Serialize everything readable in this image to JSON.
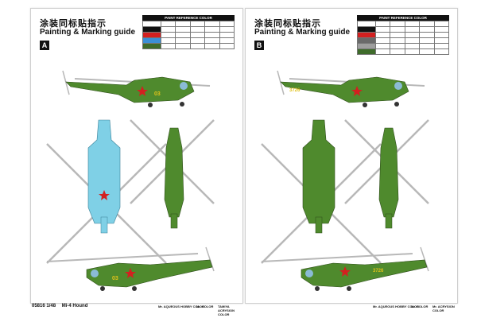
{
  "left_page": {
    "title_cn": "涂装同标贴指示",
    "title_en": "Painting & Marking guide",
    "scheme_label": "A",
    "paint_table_title": "PAINT REFERENCE COLOR",
    "paint_rows": [
      {
        "color": "#ffffff",
        "cells": [
          "",
          "",
          "",
          "",
          ""
        ]
      },
      {
        "color": "#111111",
        "cells": [
          "",
          "",
          "",
          "",
          ""
        ]
      },
      {
        "color": "#d32020",
        "cells": [
          "",
          "",
          "",
          "",
          ""
        ]
      },
      {
        "color": "#3b8fd6",
        "cells": [
          "",
          "",
          "",
          "",
          ""
        ]
      },
      {
        "color": "#3e6b2a",
        "cells": [
          "",
          "",
          "",
          "",
          ""
        ]
      }
    ],
    "tail_number": "03",
    "legend_aqueous": "Mr. AQUEOUS HOBBY COLOR",
    "legend_mr": "Mr. COLOR",
    "legend_tamiya": "TAMIYA ACRYSION COLOR"
  },
  "right_page": {
    "title_cn": "涂装同标贴指示",
    "title_en": "Painting & Marking guide",
    "scheme_label": "B",
    "paint_table_title": "PAINT REFERENCE COLOR",
    "paint_rows": [
      {
        "color": "#ffffff",
        "cells": [
          "",
          "",
          "",
          "",
          ""
        ]
      },
      {
        "color": "#111111",
        "cells": [
          "",
          "",
          "",
          "",
          ""
        ]
      },
      {
        "color": "#d32020",
        "cells": [
          "",
          "",
          "",
          "",
          ""
        ]
      },
      {
        "color": "#6a6a6a",
        "cells": [
          "",
          "",
          "",
          "",
          ""
        ]
      },
      {
        "color": "#9e9e9e",
        "cells": [
          "",
          "",
          "",
          "",
          ""
        ]
      },
      {
        "color": "#3e6b2a",
        "cells": [
          "",
          "",
          "",
          "",
          ""
        ]
      }
    ],
    "tail_number": "3726",
    "legend_aqueous": "Mr. AQUEOUS HOBBY COLOR",
    "legend_mr": "Mr. COLOR",
    "legend_tamiya": "Mr. ACRYSION COLOR"
  },
  "footer": {
    "kit_number": "05816 1/48",
    "kit_name": "Mi-4 Hound"
  },
  "colors": {
    "green": "#4f8a2d",
    "green_dark": "#365f1e",
    "light_blue": "#7fd0e6",
    "red_star": "#d32020",
    "yellow_number": "#e0c21a",
    "rotor_grey": "#b8b8b8"
  }
}
